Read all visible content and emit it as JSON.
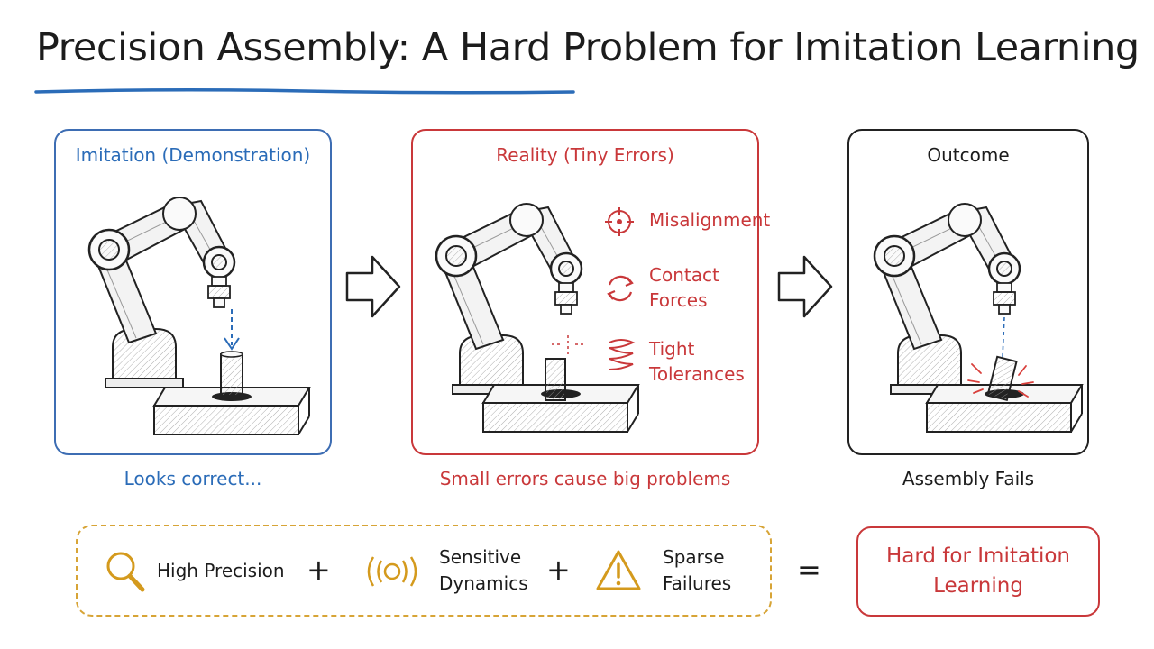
{
  "title": "Precision Assembly: A Hard Problem for Imitation Learning",
  "colors": {
    "blue": "#2b6cb8",
    "red": "#c9383a",
    "gold": "#d49a1d",
    "ink": "#1c1c1c"
  },
  "panels": [
    {
      "title": "Imitation (Demonstration)",
      "caption": "Looks correct..."
    },
    {
      "title": "Reality (Tiny Errors)",
      "caption": "Small errors cause big problems"
    },
    {
      "title": "Outcome",
      "caption": "Assembly Fails"
    }
  ],
  "errors": [
    {
      "icon": "crosshair-icon",
      "line1": "Misalignment",
      "line2": ""
    },
    {
      "icon": "circular-arrows-icon",
      "line1": "Contact",
      "line2": "Forces"
    },
    {
      "icon": "spring-icon",
      "line1": "Tight",
      "line2": "Tolerances"
    }
  ],
  "factors": [
    {
      "icon": "magnifier-icon",
      "line1": "High Precision",
      "line2": ""
    },
    {
      "icon": "vibration-icon",
      "line1": "Sensitive",
      "line2": "Dynamics"
    },
    {
      "icon": "warning-icon",
      "line1": "Sparse",
      "line2": "Failures"
    }
  ],
  "operators": {
    "plus": "+",
    "equals": "="
  },
  "result": {
    "line1": "Hard for Imitation",
    "line2": "Learning"
  }
}
